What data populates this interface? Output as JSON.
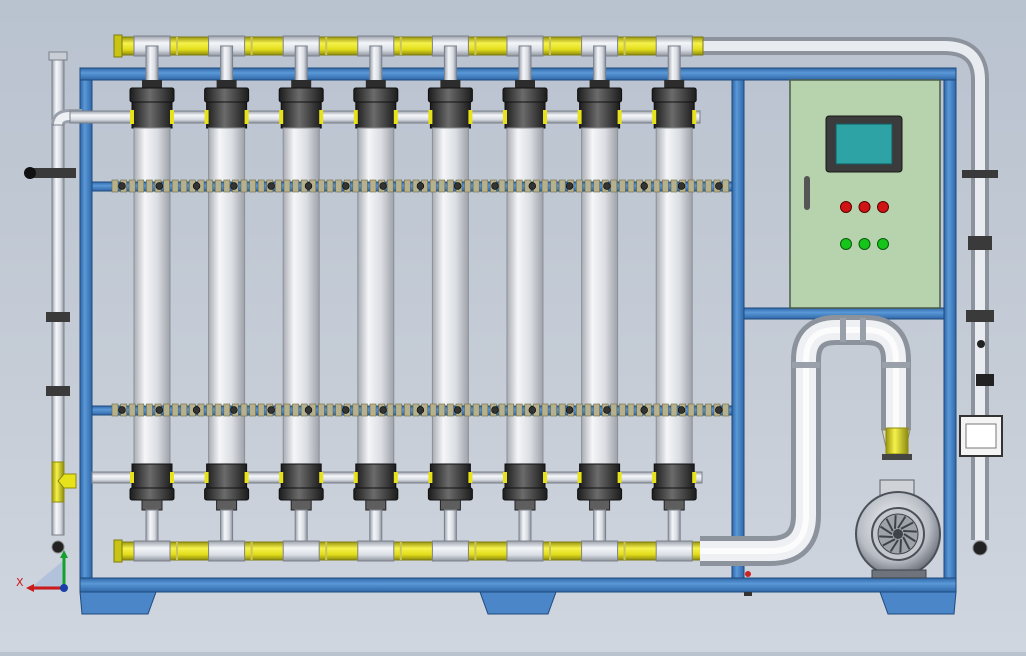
{
  "axis_triad": {
    "x_label": "X"
  },
  "system": {
    "membrane_module_count": 8,
    "frame_color": "#4a86c8",
    "pipe_color": "#dfe3ea",
    "accent_pipe_color": "#e7e21a",
    "cabinet_color": "#b7d3ae",
    "hmi_screen_color": "#2ea3a6"
  },
  "control_panel": {
    "indicator_colors": {
      "red": "#d01414",
      "green": "#16c51a"
    },
    "red_lamp_count": 3,
    "green_lamp_count": 3
  }
}
